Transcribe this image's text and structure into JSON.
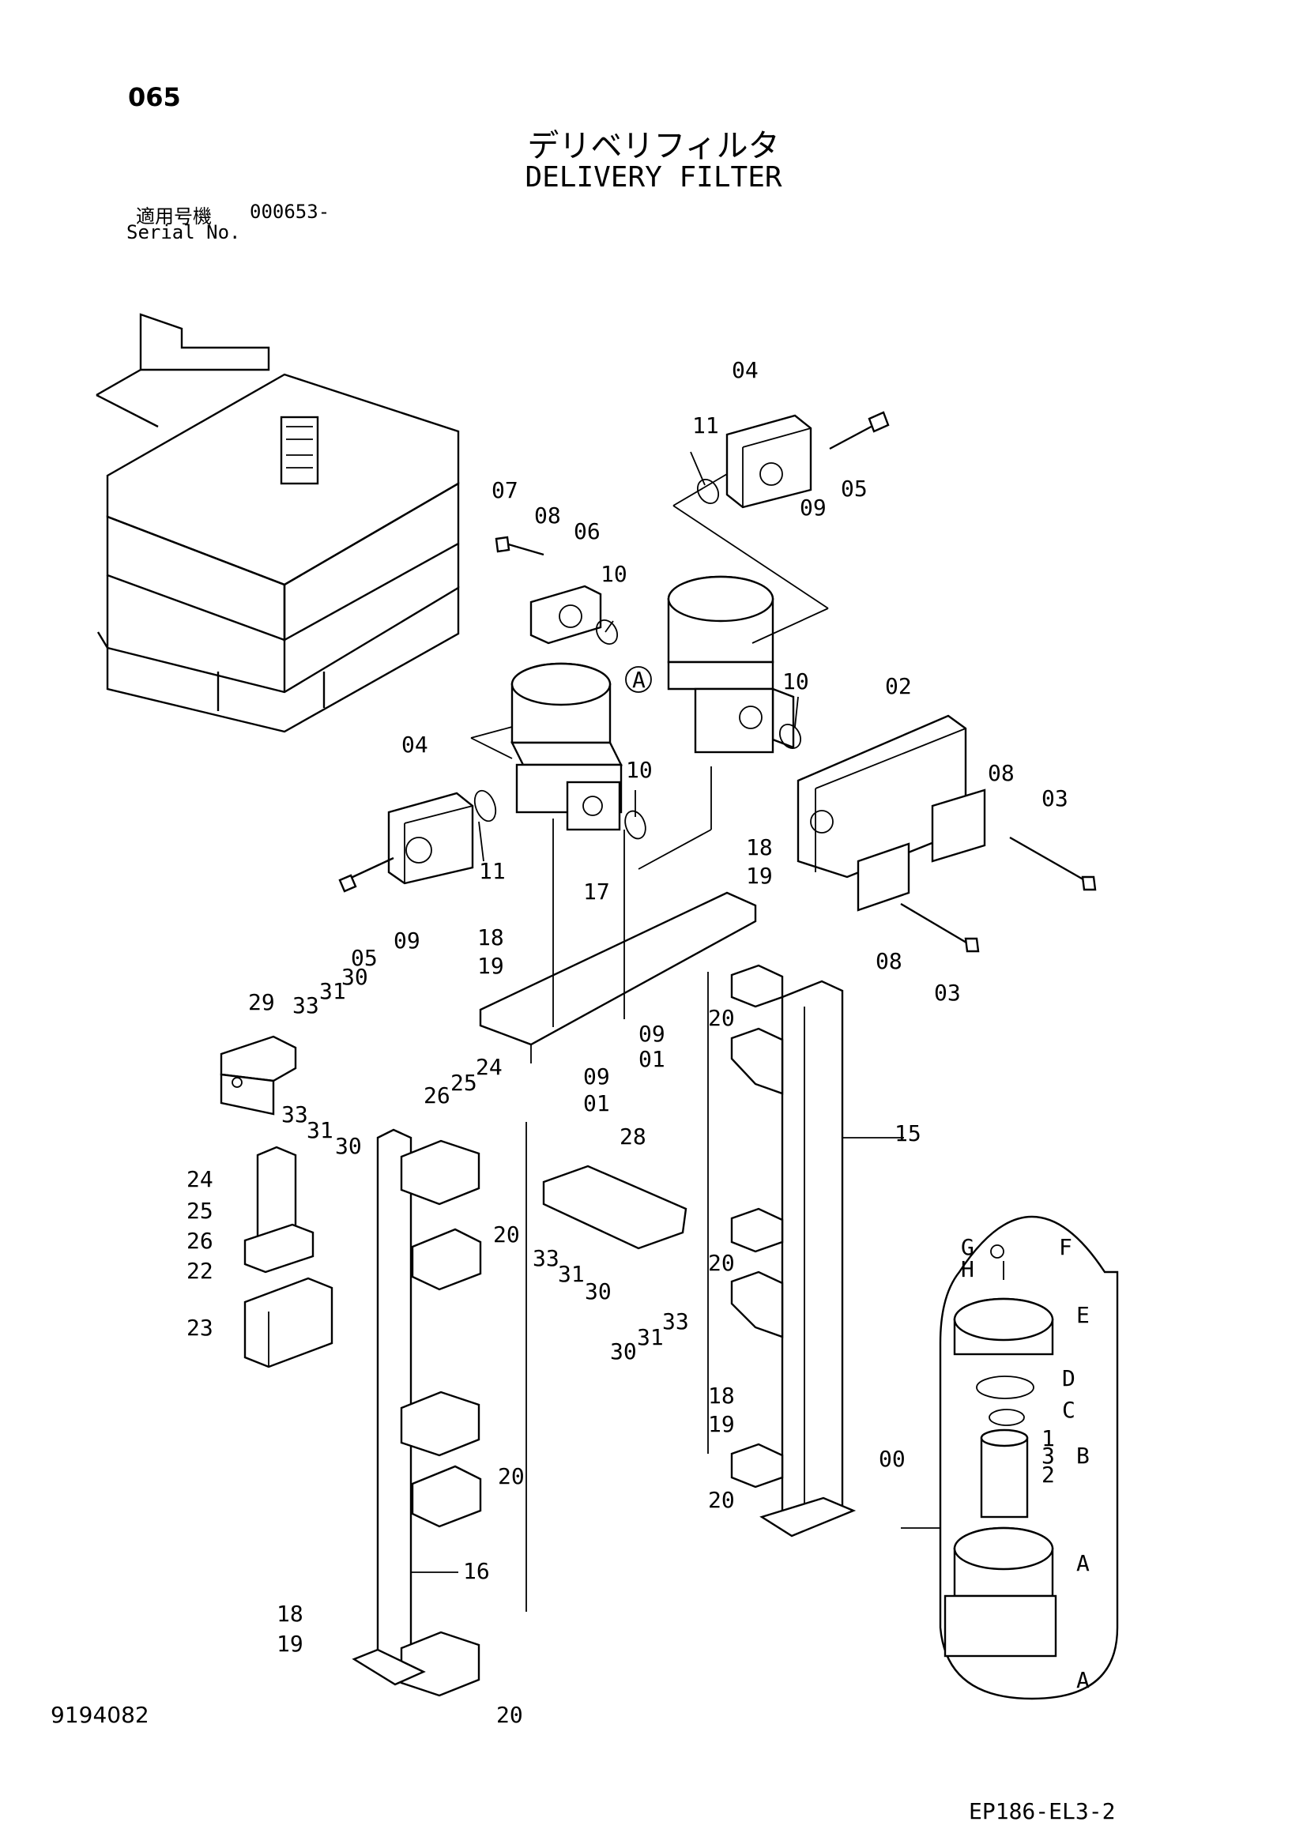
{
  "header": {
    "page_number": "065",
    "title_japanese": "デリベリフィルタ",
    "title_english": "DELIVERY FILTER",
    "serial_label_japanese": "適用号機",
    "serial_value": "000653-",
    "serial_label_english": "Serial No."
  },
  "footer": {
    "drawing_number": "9194082",
    "reference_code": "EP186-EL3-2"
  },
  "callouts": {
    "c00": "00",
    "c01a": "01",
    "c01b": "01",
    "c02": "02",
    "c03a": "03",
    "c03b": "03",
    "c04a": "04",
    "c04b": "04",
    "c05a": "05",
    "c05b": "05",
    "c06": "06",
    "c07": "07",
    "c08a": "08",
    "c08b": "08",
    "c08c": "08",
    "c09a": "09",
    "c09b": "09",
    "c09c": "09",
    "c09d": "09",
    "c10a": "10",
    "c10b": "10",
    "c10c": "10",
    "c11a": "11",
    "c11b": "11",
    "c15": "15",
    "c16": "16",
    "c17": "17",
    "c18a": "18",
    "c18b": "18",
    "c18c": "18",
    "c18d": "18",
    "c19a": "19",
    "c19b": "19",
    "c19c": "19",
    "c19d": "19",
    "c20a": "20",
    "c20b": "20",
    "c20c": "20",
    "c20d": "20",
    "c20e": "20",
    "c20f": "20",
    "c22": "22",
    "c23": "23",
    "c24a": "24",
    "c24b": "24",
    "c25a": "25",
    "c25b": "25",
    "c26a": "26",
    "c26b": "26",
    "c28": "28",
    "c29": "29",
    "c30a": "30",
    "c30b": "30",
    "c30c": "30",
    "c30d": "30",
    "c31a": "31",
    "c31b": "31",
    "c31c": "31",
    "c31d": "31",
    "c33a": "33",
    "c33b": "33",
    "c33c": "33",
    "c33d": "33",
    "detail_A1": "A",
    "detail_A2": "A",
    "detail_A3": "A",
    "detail_B": "B",
    "detail_C": "C",
    "detail_D": "D",
    "detail_E": "E",
    "detail_F": "F",
    "detail_G": "G",
    "detail_H": "H",
    "detail_1": "1",
    "detail_2": "2",
    "detail_3": "3"
  }
}
